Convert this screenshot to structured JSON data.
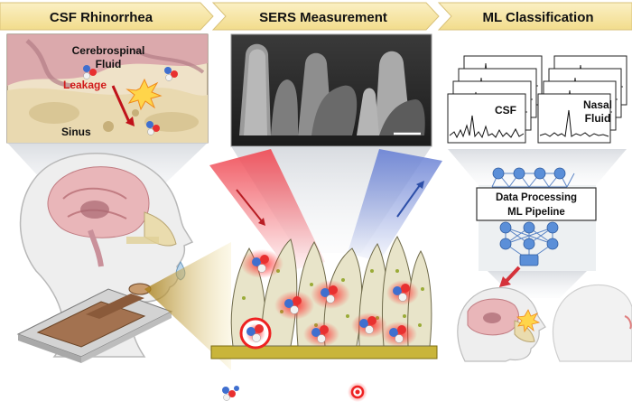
{
  "panels": {
    "csf": {
      "title": "CSF Rhinorrhea",
      "label_cerebrospinal": "Cerebrospinal",
      "label_fluid": "Fluid",
      "label_leakage": "Leakage",
      "label_sinus": "Sinus"
    },
    "sers": {
      "title": "SERS Measurement"
    },
    "ml": {
      "title": "ML Classification",
      "spectrum_csf": "CSF",
      "spectrum_nasal_1": "Nasal",
      "spectrum_nasal_2": "Fluid",
      "pipeline_line1": "Data Processing",
      "pipeline_line2": "ML Pipeline"
    }
  },
  "colors": {
    "banner": "#f7e6a6",
    "laser_red": "#f0505a",
    "scatter_blue": "#6f86d6",
    "gold_substrate": "#c9b53a",
    "pillar": "#e8e4c9",
    "network_node": "#5b8fd8"
  }
}
